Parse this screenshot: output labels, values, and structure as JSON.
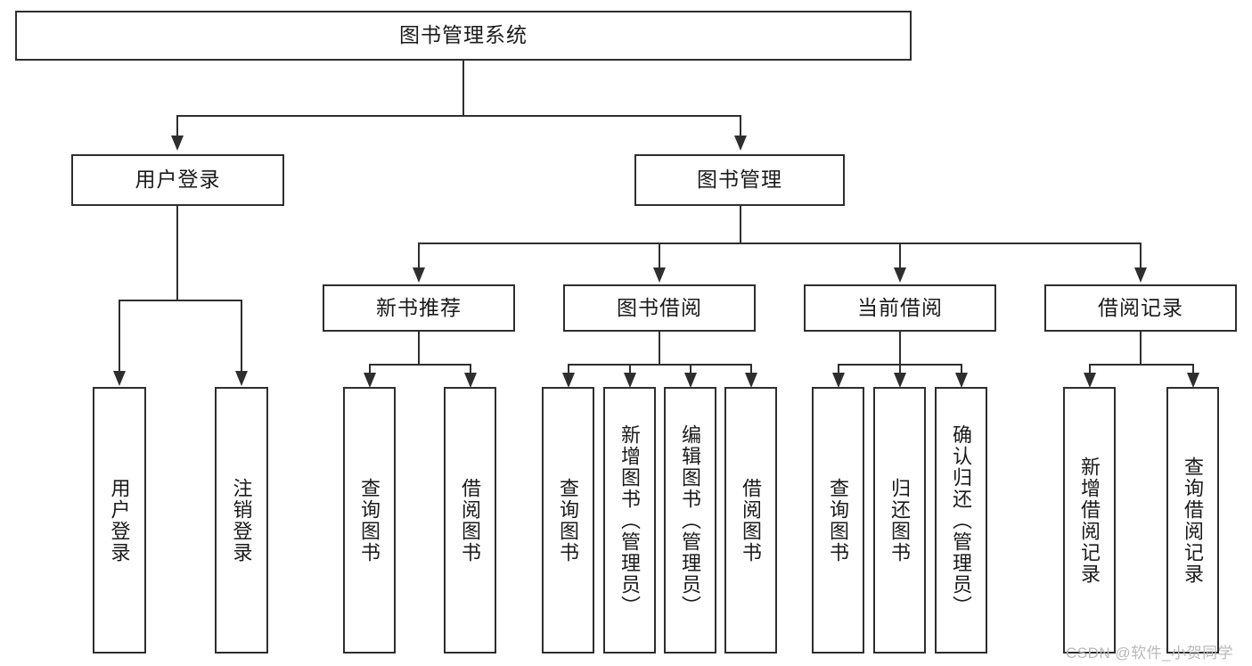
{
  "diagram": {
    "type": "tree-hierarchy",
    "title": "图书管理系统",
    "root": {
      "label": "图书管理系统"
    },
    "level1": [
      {
        "label": "用户登录"
      },
      {
        "label": "图书管理"
      }
    ],
    "level2": [
      {
        "label": "新书推荐"
      },
      {
        "label": "图书借阅"
      },
      {
        "label": "当前借阅"
      },
      {
        "label": "借阅记录"
      }
    ],
    "leaves": {
      "user_login": [
        {
          "label": "用户登录"
        },
        {
          "label": "注销登录"
        }
      ],
      "new_book_recommend": [
        {
          "label": "查询图书"
        },
        {
          "label": "借阅图书"
        }
      ],
      "book_borrow": [
        {
          "label": "查询图书"
        },
        {
          "label": "新增图书（管理员）"
        },
        {
          "label": "编辑图书（管理员）"
        },
        {
          "label": "借阅图书"
        }
      ],
      "current_borrow": [
        {
          "label": "查询图书"
        },
        {
          "label": "归还图书"
        },
        {
          "label": "确认归还（管理员）"
        }
      ],
      "borrow_records": [
        {
          "label": "新增借阅记录"
        },
        {
          "label": "查询借阅记录"
        }
      ]
    },
    "watermark": "CSDN @软件_小贺同学",
    "colors": {
      "stroke": "#2e2e2e",
      "background": "#ffffff",
      "text": "#1a1a1a",
      "watermark": "#b9b9b9"
    }
  }
}
